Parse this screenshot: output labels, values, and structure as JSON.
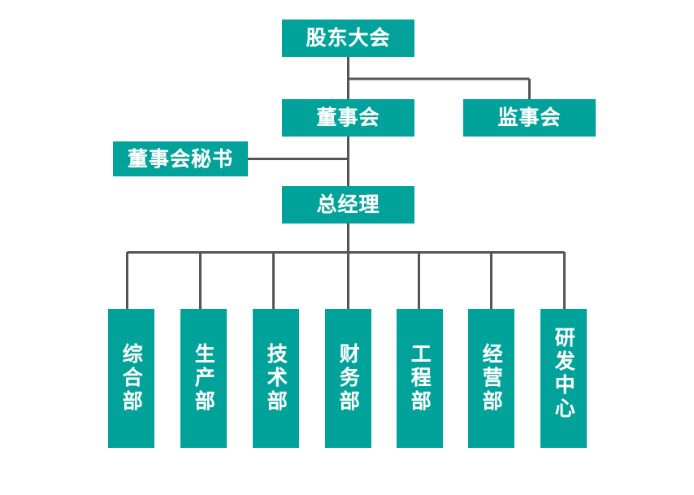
{
  "diagram": {
    "type": "org-chart",
    "title": "",
    "theme": {
      "node_fill": "#00a29a",
      "node_text": "#ffffff",
      "connector": "#555555",
      "background": "#ffffff"
    },
    "levels": [
      {
        "level": 1,
        "nodes": [
          {
            "id": "shareholders",
            "label": "股东大会"
          }
        ]
      },
      {
        "level": 2,
        "nodes": [
          {
            "id": "board-of-directors",
            "label": "董事会"
          },
          {
            "id": "board-of-supervisors",
            "label": "监事会"
          }
        ]
      },
      {
        "level": 3,
        "nodes": [
          {
            "id": "board-secretary",
            "label": "董事会秘书"
          }
        ]
      },
      {
        "level": 4,
        "nodes": [
          {
            "id": "general-manager",
            "label": "总经理"
          }
        ]
      },
      {
        "level": 5,
        "nodes": [
          {
            "id": "general-affairs",
            "label": "综合部"
          },
          {
            "id": "production",
            "label": "生产部"
          },
          {
            "id": "technology",
            "label": "技术部"
          },
          {
            "id": "finance",
            "label": "财务部"
          },
          {
            "id": "engineering",
            "label": "工程部"
          },
          {
            "id": "operations",
            "label": "经营部"
          },
          {
            "id": "rnd-center",
            "label": "研发中心"
          }
        ]
      }
    ],
    "edges": [
      {
        "from": "shareholders",
        "to": "board-of-directors"
      },
      {
        "from": "shareholders",
        "to": "board-of-supervisors"
      },
      {
        "from": "board-of-directors",
        "to": "general-manager"
      },
      {
        "from": "board-secretary",
        "to": "board-of-directors"
      },
      {
        "from": "general-manager",
        "to": "general-affairs"
      },
      {
        "from": "general-manager",
        "to": "production"
      },
      {
        "from": "general-manager",
        "to": "technology"
      },
      {
        "from": "general-manager",
        "to": "finance"
      },
      {
        "from": "general-manager",
        "to": "engineering"
      },
      {
        "from": "general-manager",
        "to": "operations"
      },
      {
        "from": "general-manager",
        "to": "rnd-center"
      }
    ]
  }
}
